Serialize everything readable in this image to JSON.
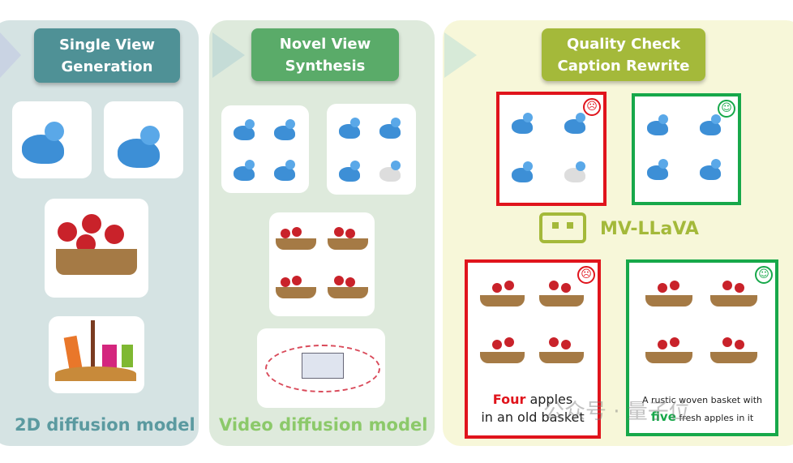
{
  "stages": [
    {
      "title_line1": "Single View",
      "title_line2": "Generation",
      "footer": "2D diffusion model"
    },
    {
      "title_line1": "Novel View",
      "title_line2": "Synthesis",
      "footer": "Video diffusion model"
    },
    {
      "title_line1": "Quality Check",
      "title_line2": "Caption Rewrite"
    }
  ],
  "model_label": "MV-LLaVA",
  "bad_caption": {
    "highlight": "Four",
    "rest_line1": " apples",
    "line2": "in an old basket"
  },
  "good_caption": {
    "line1": "A rustic woven basket with",
    "highlight": "five",
    "rest_line2": " fresh apples in it"
  },
  "watermark": "公众号 · 量子位",
  "colors": {
    "stage1": "#4f9196",
    "stage2": "#5aab69",
    "stage3": "#a4b93a",
    "bad": "#e0141c",
    "good": "#17a84a"
  }
}
